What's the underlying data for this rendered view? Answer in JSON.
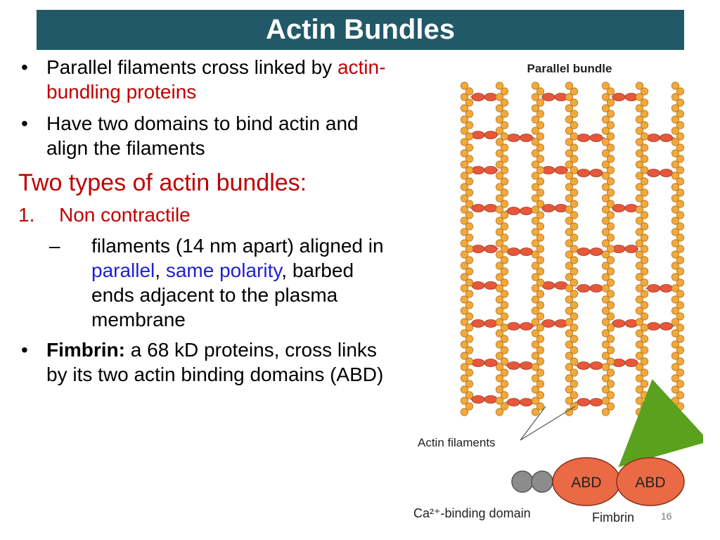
{
  "slide": {
    "title": "Actin Bundles",
    "page_number": "16"
  },
  "bullets": {
    "b1_pre": "Parallel filaments cross linked by ",
    "b1_red": "actin-bundling proteins",
    "b2": "Have two domains to bind actin and align the filaments",
    "heading": "Two types of actin bundles:",
    "num1_number": "1.",
    "num1_label": "Non contractile",
    "sub_p1": "filaments (14 nm apart) aligned in ",
    "sub_blue1": "parallel",
    "sub_p2": ", ",
    "sub_blue2": "same polarity",
    "sub_p3": ", barbed ends adjacent to the plasma membrane",
    "b3_bold": "Fimbrin:",
    "b3_rest": " a 68 kD proteins, cross links by its two actin binding domains (ABD)"
  },
  "figure": {
    "title": "Parallel bundle",
    "actin_label": "Actin filaments",
    "abd1": "ABD",
    "abd2": "ABD",
    "ca_label": "Ca²⁺-binding domain",
    "fimbrin_label": "Fimbrin",
    "colors": {
      "actin": "#f2a93b",
      "actin_outline": "#b8741a",
      "crosslink": "#e8573a",
      "abd": "#ea6a45",
      "ca_domain": "#8c8c8c",
      "arrow": "#5aa11e",
      "title_bar": "#215968"
    }
  }
}
